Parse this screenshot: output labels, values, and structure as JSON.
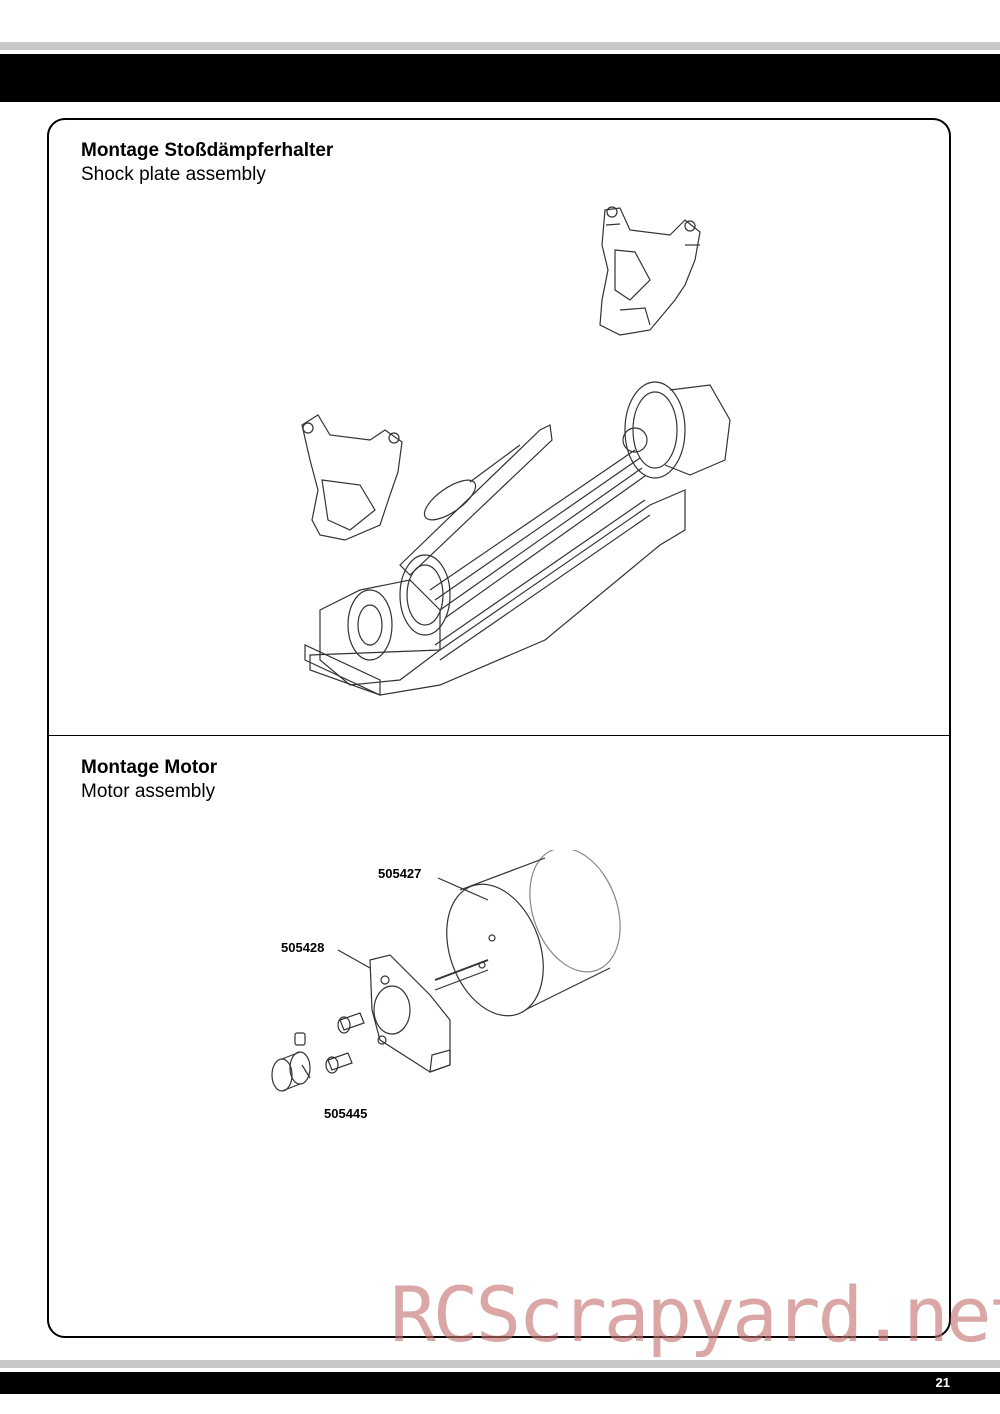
{
  "sections": [
    {
      "title_de": "Montage Stoßdämpferhalter",
      "title_en": "Shock plate assembly"
    },
    {
      "title_de": "Montage Motor",
      "title_en": "Motor assembly"
    }
  ],
  "parts": {
    "motor": "505427",
    "motor_plate": "505428",
    "pinion": "505445"
  },
  "page_number": "21",
  "watermark": "RCScrapyard.net"
}
